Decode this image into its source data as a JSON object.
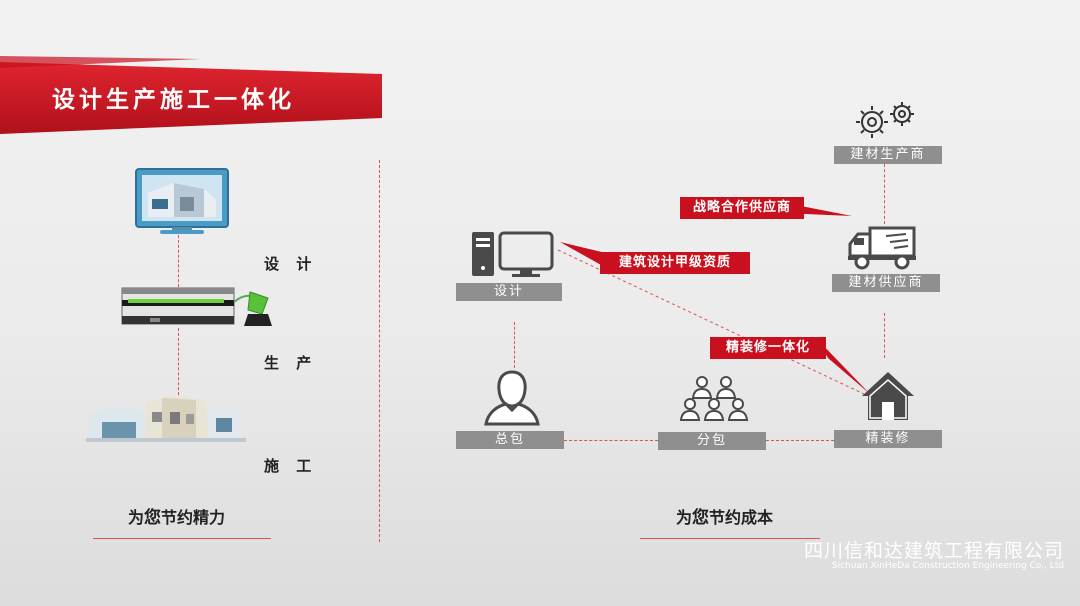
{
  "header": {
    "title": "设计生产施工一体化"
  },
  "left": {
    "labels": {
      "design": "设 计",
      "produce": "生 产",
      "construct": "施 工"
    },
    "slogan": {
      "prefix": "为",
      "emph": "您",
      "rest": "节约精力"
    }
  },
  "right": {
    "nodes": {
      "design": "设计",
      "general_contract": "总包",
      "sub_contract": "分包",
      "decoration": "精装修",
      "material_producer": "建材生产商",
      "material_supplier": "建材供应商"
    },
    "callouts": {
      "design_qualification": "建筑设计甲级资质",
      "strategic_supplier": "战略合作供应商",
      "decoration_integration": "精装修一体化"
    },
    "slogan": {
      "prefix": "为",
      "emph": "您",
      "rest": "节约成本"
    }
  },
  "footer": {
    "company_cn": "四川信和达建筑工程有限公司",
    "company_en": "Sichuan XinHeDa Construction Engineering Co., Ltd"
  },
  "colors": {
    "accent": "#c8101e",
    "tag_gray": "#8f8f8f",
    "icon_gray": "#4a4a4a"
  }
}
